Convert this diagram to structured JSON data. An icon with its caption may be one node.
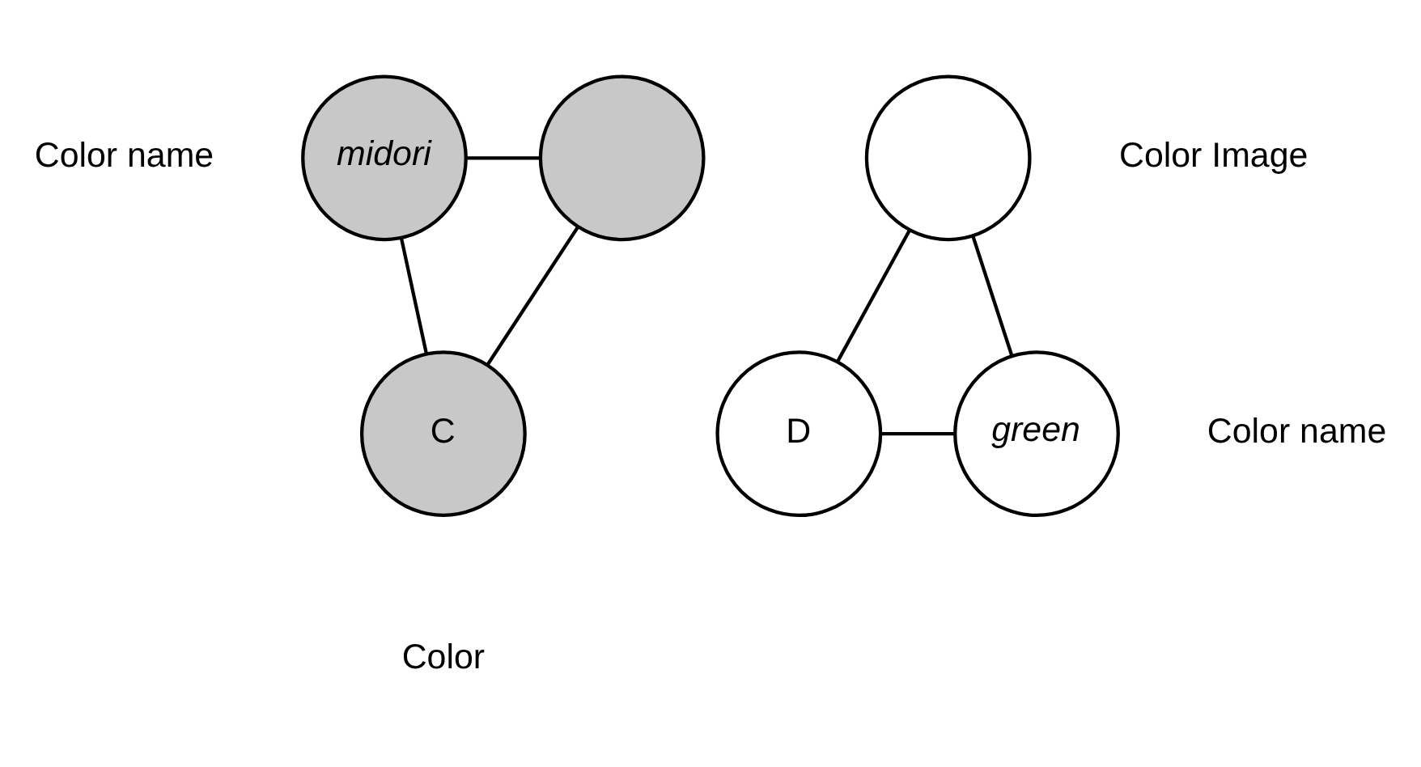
{
  "diagram": {
    "nodes": [
      {
        "text": [
          "midori"
        ],
        "beside": [
          "Color name"
        ]
      },
      {
        "text": [],
        "shape": "circle"
      },
      {
        "text": [],
        "shape": "circle"
      },
      {
        "text": [
          "C"
        ]
      },
      {
        "text": [
          "D"
        ]
      },
      {
        "text": [
          "green"
        ],
        "beside": [
          "Color name"
        ]
      }
    ],
    "edges": [
      {
        "from": 0,
        "to": 1,
        "arrow": "none"
      },
      {
        "from": 0,
        "to": 3,
        "arrow": "none"
      },
      {
        "from": 1,
        "to": 3,
        "arrow": "none"
      },
      {
        "from": 2,
        "to": 4,
        "arrow": "none"
      },
      {
        "from": 2,
        "to": 5,
        "arrow": "none"
      },
      {
        "from": 4,
        "to": 5,
        "arrow": "none"
      }
    ],
    "labels": [
      "Color Image",
      "Color"
    ]
  }
}
